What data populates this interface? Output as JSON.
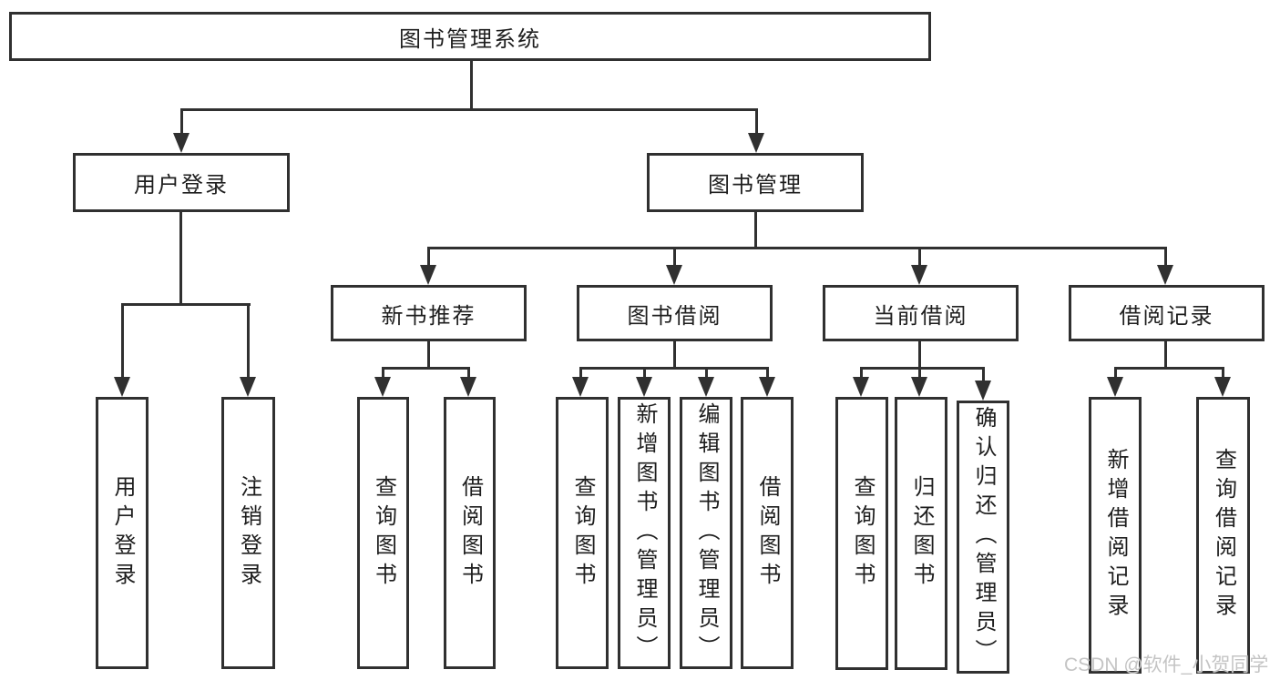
{
  "title": "图书管理系统",
  "watermark": "CSDN @软件_小贺同学",
  "colors": {
    "line": "#303030",
    "text": "#1e1e1e",
    "background": "#ffffff",
    "watermark": "#c4c4c4"
  },
  "level2": {
    "user_login": "用户登录",
    "book_mgmt": "图书管理"
  },
  "level3": {
    "new_books": "新书推荐",
    "book_borrow": "图书借阅",
    "current_borrow": "当前借阅",
    "borrow_records": "借阅记录"
  },
  "leaves": {
    "user_login": [
      "用户登录",
      "注销登录"
    ],
    "new_books": [
      "查询图书",
      "借阅图书"
    ],
    "book_borrow": [
      "查询图书",
      "新增图书（管理员）",
      "编辑图书（管理员）",
      "借阅图书"
    ],
    "current_borrow": [
      "查询图书",
      "归还图书",
      "确认归还（管理员）"
    ],
    "borrow_records": [
      "新增借阅记录",
      "查询借阅记录"
    ]
  }
}
